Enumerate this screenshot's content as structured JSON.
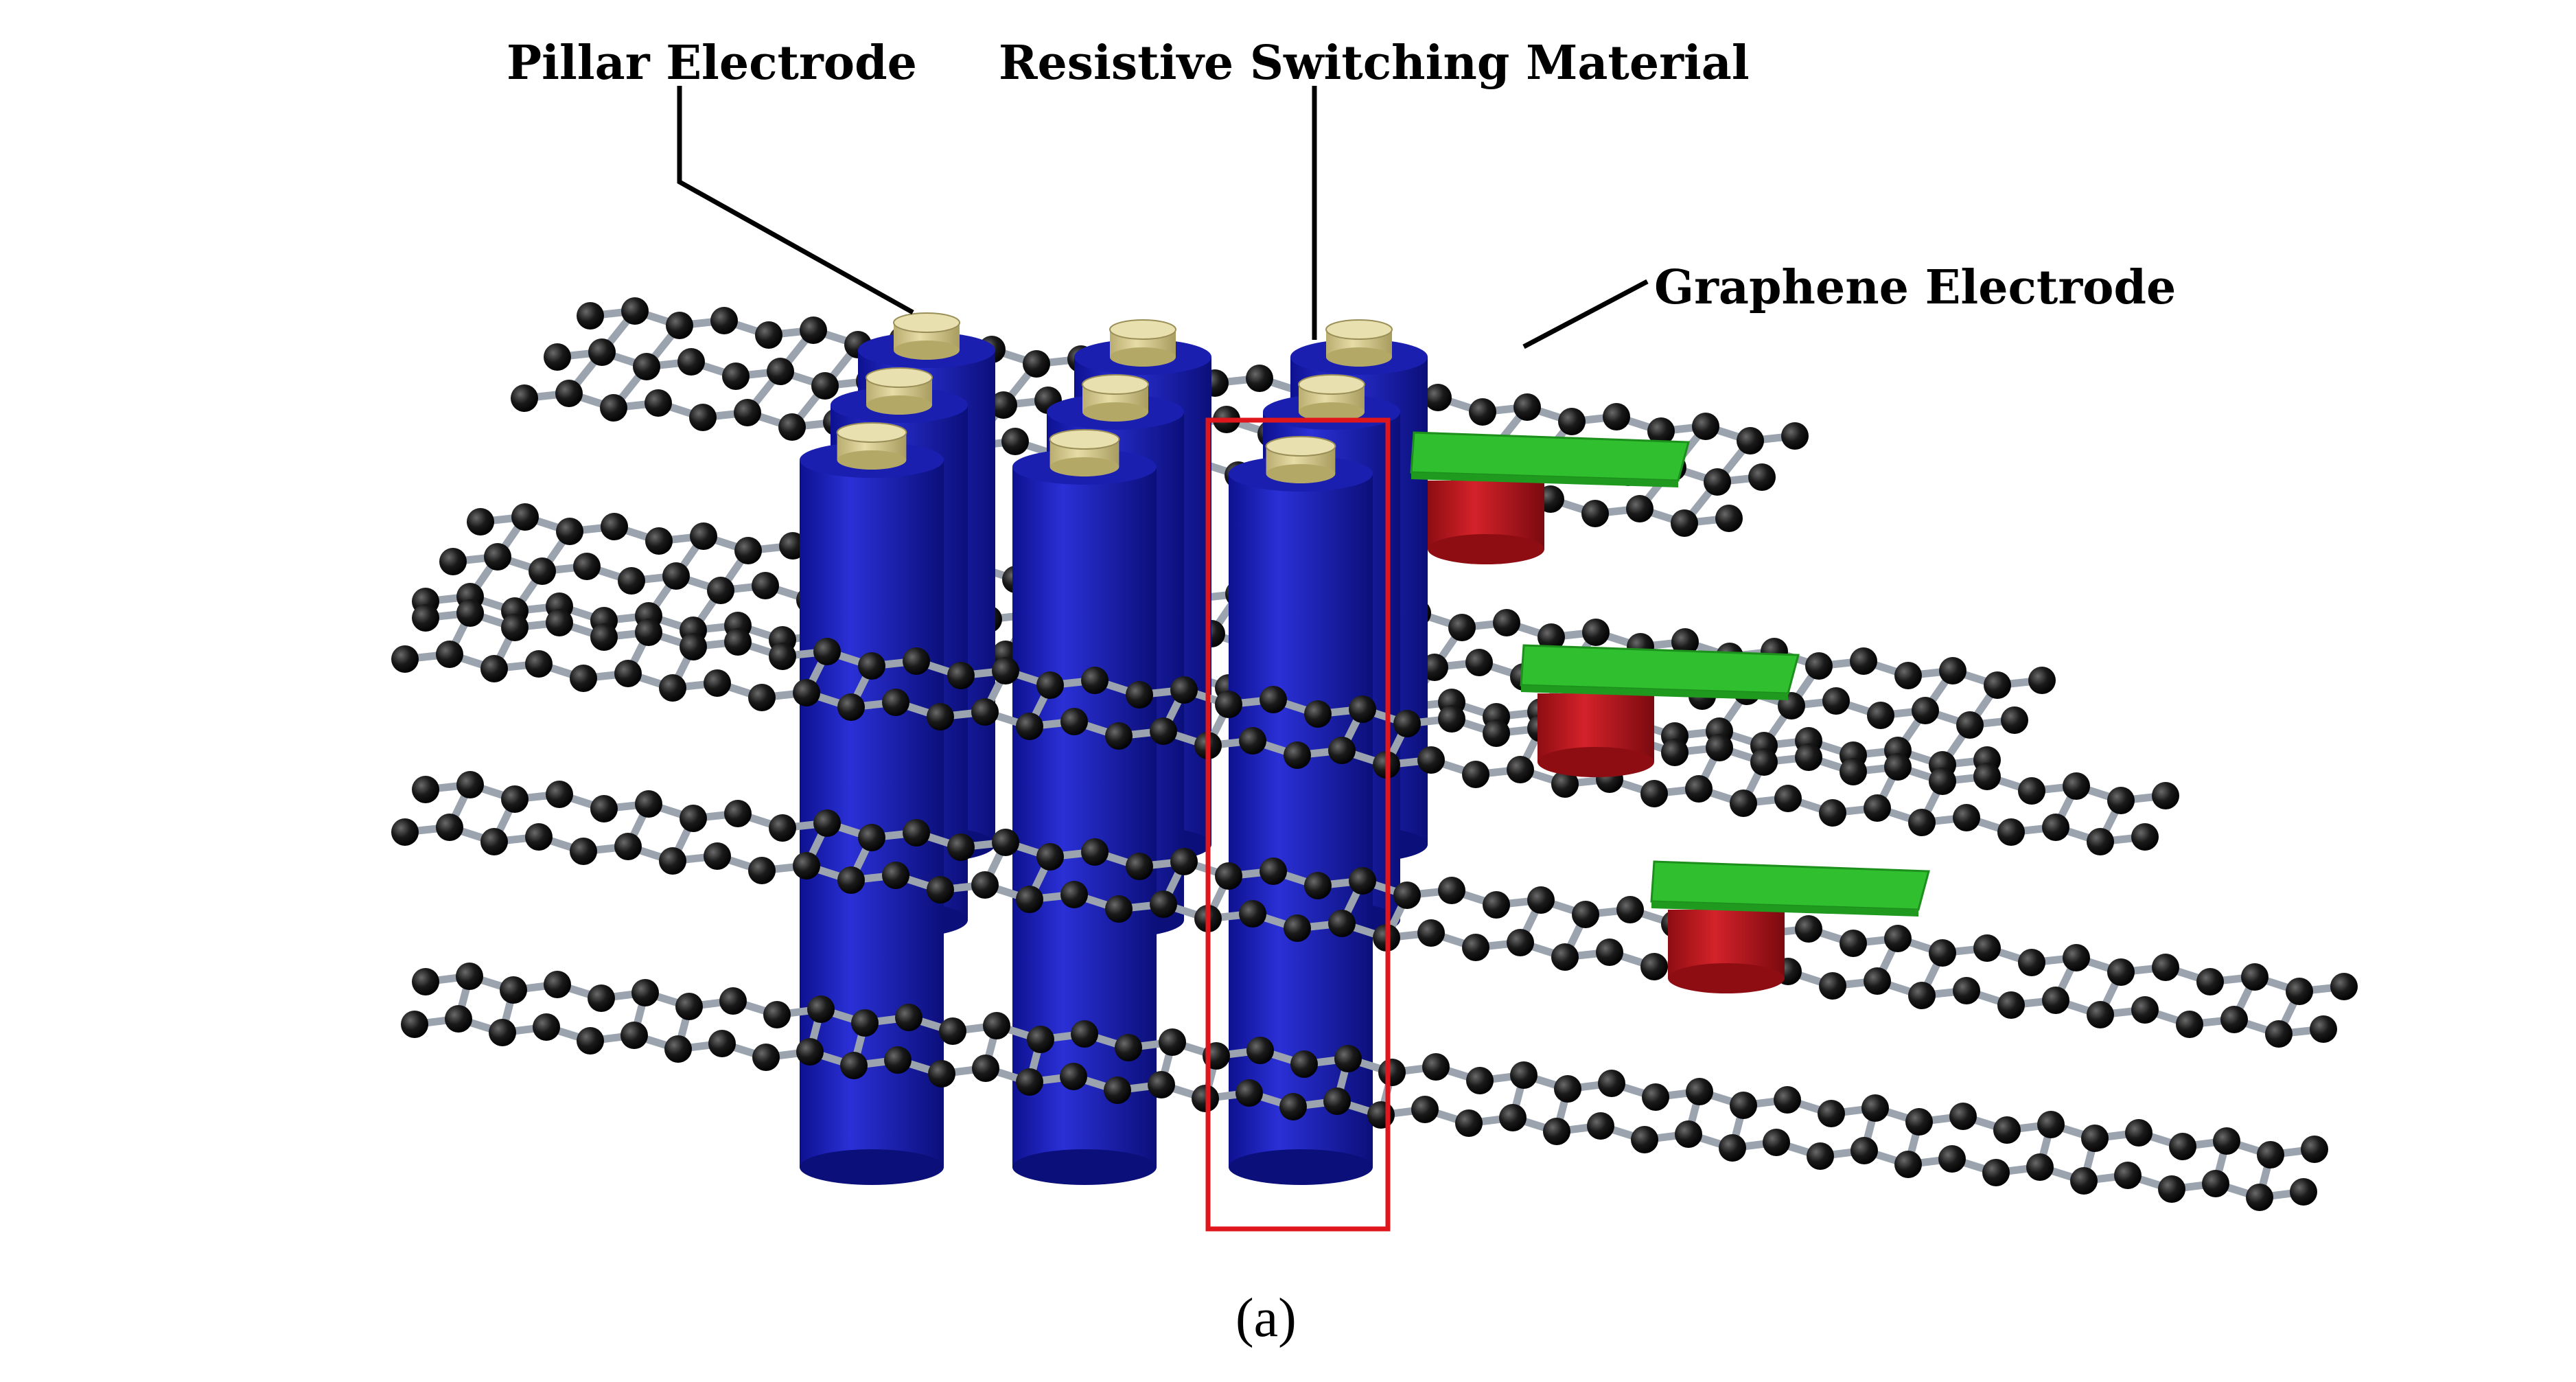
{
  "labels": {
    "pillar_electrode": "Pillar Electrode",
    "resistive_switching_material": "Resistive Switching Material",
    "graphene_electrode": "Graphene Electrode"
  },
  "caption": "(a)",
  "colors": {
    "pillar": "#1a1fb0",
    "pillar_cap": "#cdc38a",
    "graphene_atom": "#111111",
    "graphene_bond": "#9aa3ae",
    "resistive_material": "#c0161d",
    "contact_pad": "#2fbf2f",
    "highlight_box": "#e0161d"
  },
  "icons": {
    "atom": "graphene-atom-icon",
    "bond": "graphene-bond-icon"
  }
}
